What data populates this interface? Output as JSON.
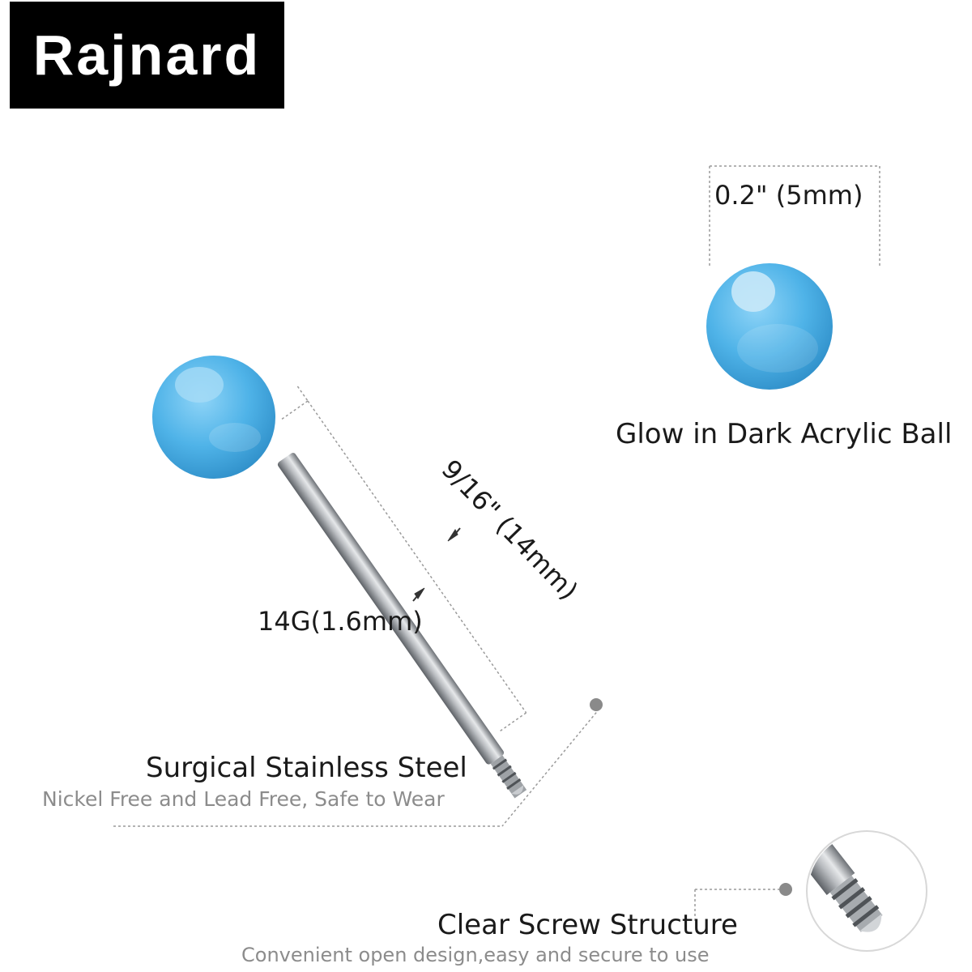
{
  "brand": {
    "name": "Rajnard",
    "bg_color": "#000000",
    "text_color": "#ffffff"
  },
  "product": {
    "ball_color": "#4fb3e8",
    "steel_color": "#b9bcc0"
  },
  "labels": {
    "ball_size": "0.2\" (5mm)",
    "ball_caption": "Glow in Dark Acrylic Ball",
    "bar_length": "9/16\" (14mm)",
    "gauge": "14G(1.6mm)",
    "steel_title": "Surgical Stainless Steel",
    "steel_subtitle": "Nickel Free and Lead Free, Safe to Wear",
    "screw_title": "Clear Screw Structure",
    "screw_subtitle": "Convenient open design,easy and secure to use"
  },
  "icons": [
    "diameter-bracket",
    "dimension-arrow-icon",
    "callout-dot-icon"
  ]
}
